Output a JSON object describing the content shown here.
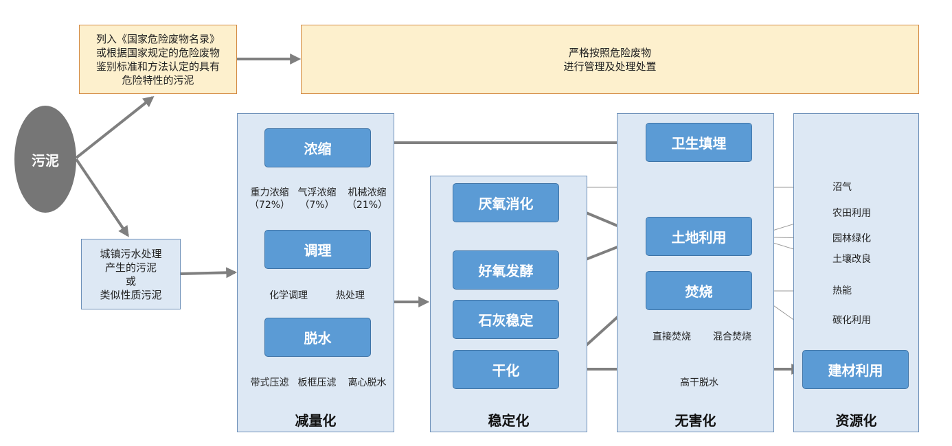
{
  "source": {
    "label": "污泥"
  },
  "hazard": {
    "lines": [
      "列入《国家危险废物名录》",
      "或根据国家规定的危险废物",
      "鉴别标准和方法认定的具有",
      "危险特性的污泥"
    ],
    "action_lines": [
      "严格按照危险废物",
      "进行管理及处理处置"
    ]
  },
  "municipal": {
    "lines": [
      "城镇污水处理",
      "产生的污泥",
      "或",
      "类似性质污泥"
    ]
  },
  "reduction": {
    "title": "减量化",
    "thickening": {
      "label": "浓缩",
      "subs": [
        {
          "name": "重力浓缩",
          "pct": "（72%）"
        },
        {
          "name": "气浮浓缩",
          "pct": "（7%）"
        },
        {
          "name": "机械浓缩",
          "pct": "（21%）"
        }
      ]
    },
    "conditioning": {
      "label": "调理",
      "subs": [
        "化学调理",
        "热处理"
      ]
    },
    "dewatering": {
      "label": "脱水",
      "subs": [
        "带式压滤",
        "板框压滤",
        "离心脱水"
      ]
    }
  },
  "stabilization": {
    "title": "稳定化",
    "items": [
      "厌氧消化",
      "好氧发酵",
      "石灰稳定",
      "干化"
    ]
  },
  "harmless": {
    "title": "无害化",
    "landfill": "卫生填埋",
    "land_use": "土地利用",
    "incineration": {
      "label": "焚烧",
      "subs": [
        "直接焚烧",
        "混合焚烧"
      ]
    },
    "high_dry": "高干脱水"
  },
  "resource": {
    "title": "资源化",
    "outputs": [
      "沼气",
      "农田利用",
      "园林绿化",
      "土壤改良",
      "热能",
      "碳化利用"
    ],
    "building": "建材利用"
  },
  "colors": {
    "box_fill": "#5b9bd5",
    "panel_fill": "#dde8f4",
    "yellow_fill": "#fdf0cd",
    "yellow_border": "#d38a43",
    "ellipse_fill": "#767676",
    "arrow": "#7f7f7f"
  }
}
